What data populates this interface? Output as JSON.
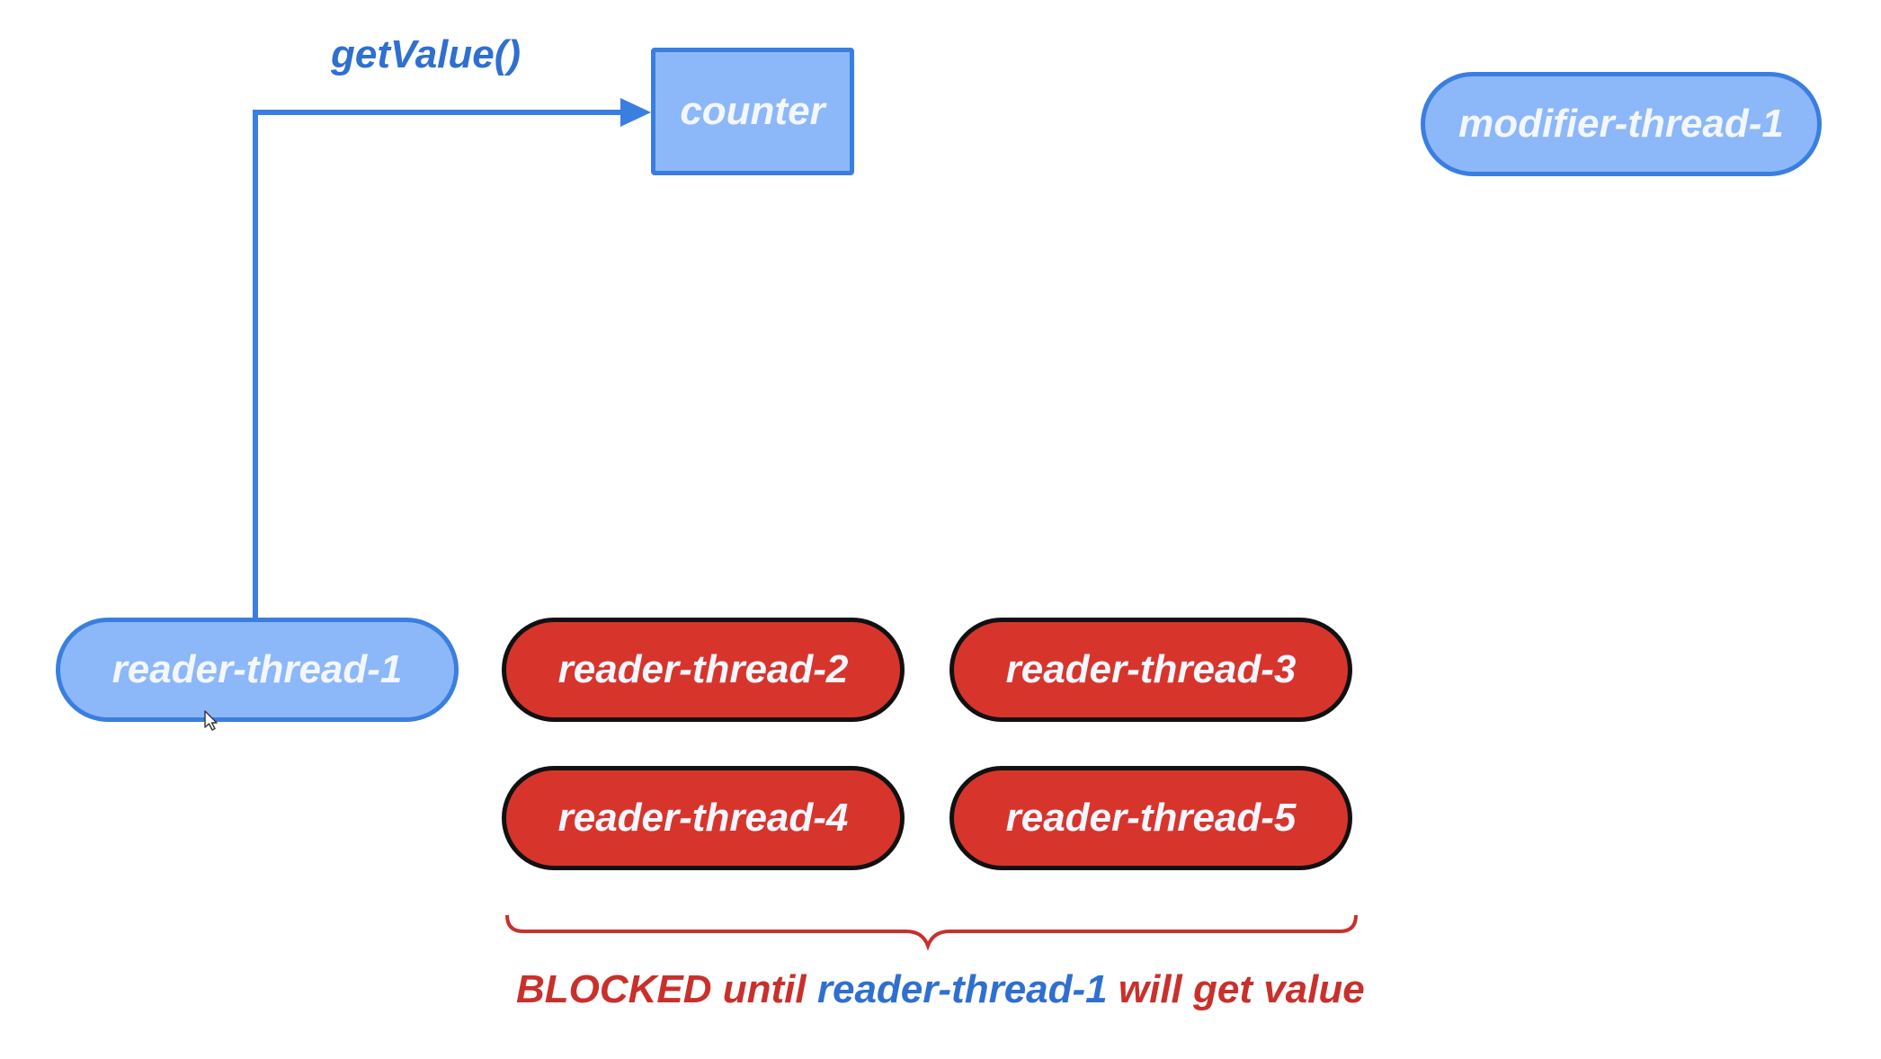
{
  "diagram": {
    "call_label": "getValue()",
    "target": {
      "label": "counter"
    },
    "modifier": {
      "label": "modifier-thread-1"
    },
    "active_reader": {
      "label": "reader-thread-1"
    },
    "blocked_readers": [
      {
        "label": "reader-thread-2"
      },
      {
        "label": "reader-thread-3"
      },
      {
        "label": "reader-thread-4"
      },
      {
        "label": "reader-thread-5"
      }
    ],
    "blocked_note": {
      "part1": "BLOCKED until ",
      "part2": "reader-thread-1",
      "part3": " will get value"
    }
  },
  "colors": {
    "active_fill": "#8cb8f9",
    "active_border": "#3a7ee0",
    "blocked_fill": "#d7352c",
    "blocked_border": "#111111",
    "arrow": "#3a7ee0",
    "brace": "#c9302c",
    "note_red": "#c9302c",
    "note_blue": "#2f6fd0"
  },
  "icons": {
    "cursor": "mouse-pointer-icon",
    "arrow_head": "arrowhead-icon",
    "brace": "curly-brace-icon"
  }
}
